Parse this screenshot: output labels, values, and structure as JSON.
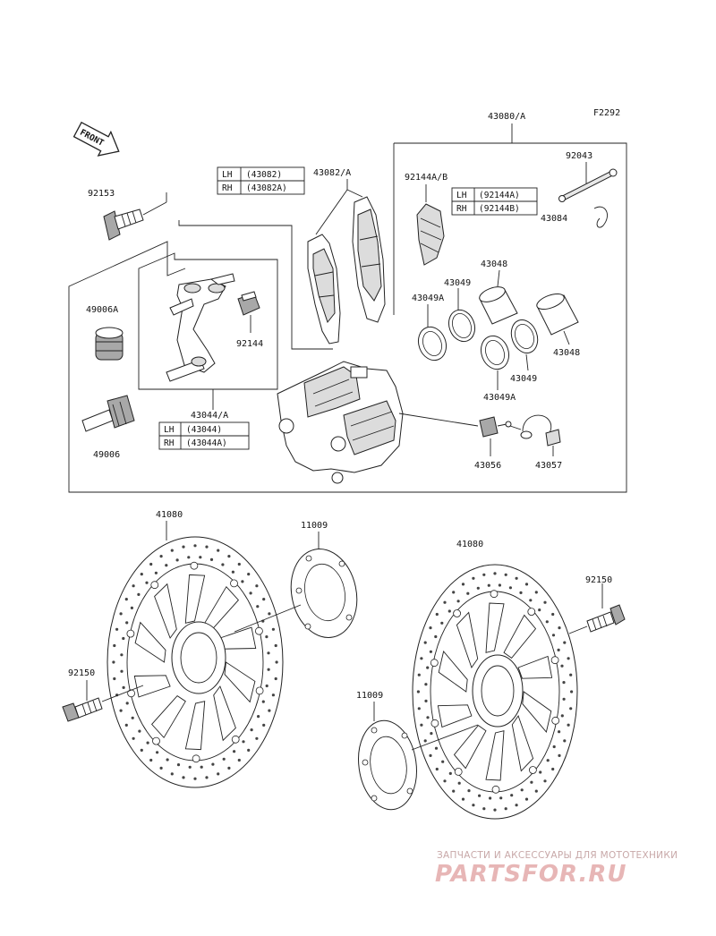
{
  "figure_code": "F2292",
  "front_arrow": "FRONT",
  "labels": {
    "caliper_assembly": "43080/A",
    "pin_92043": "92043",
    "pin_clip": "43084",
    "shim": "92144A/B",
    "pad": "43082/A",
    "bolt_top": "92153",
    "boot_a": "49006A",
    "boot": "49006",
    "spring": "92144",
    "bracket": "43044/A",
    "piston_upper": "43048",
    "piston_right": "43048",
    "seal_49_top": "43049",
    "seal_49a_left": "43049A",
    "seal_49_right": "43049",
    "seal_49a_bottom": "43049A",
    "bleed_valve": "43056",
    "bleed_cap": "43057",
    "disc_left": "41080",
    "disc_right": "41080",
    "shim_disc_upper": "11009",
    "shim_disc_lower": "11009",
    "bolt_right": "92150",
    "bolt_left": "92150"
  },
  "variant_tables": {
    "pad": [
      {
        "side": "LH",
        "part": "(43082)"
      },
      {
        "side": "RH",
        "part": "(43082A)"
      }
    ],
    "shim": [
      {
        "side": "LH",
        "part": "(92144A)"
      },
      {
        "side": "RH",
        "part": "(92144B)"
      }
    ],
    "bracket": [
      {
        "side": "LH",
        "part": "(43044)"
      },
      {
        "side": "RH",
        "part": "(43044A)"
      }
    ]
  },
  "watermark": {
    "tagline": "ЗАПЧАСТИ И АКСЕССУАРЫ ДЛЯ МОТОТЕХНИКИ",
    "logo": "PARTSFOR.RU"
  }
}
